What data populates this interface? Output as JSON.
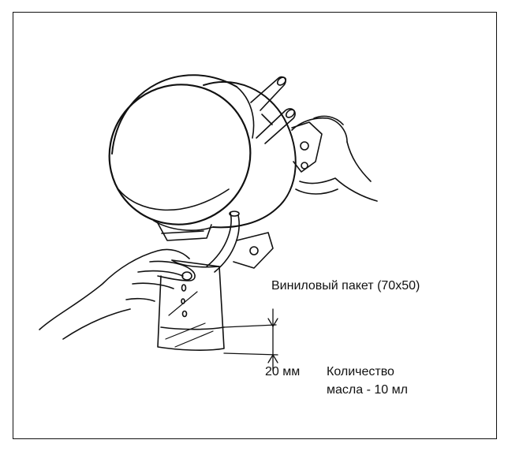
{
  "labels": {
    "bag": "Виниловый пакет (70x50)",
    "dimension": "20 мм",
    "quantity_line1": "Количество",
    "quantity_line2": "масла - 10 мл"
  }
}
